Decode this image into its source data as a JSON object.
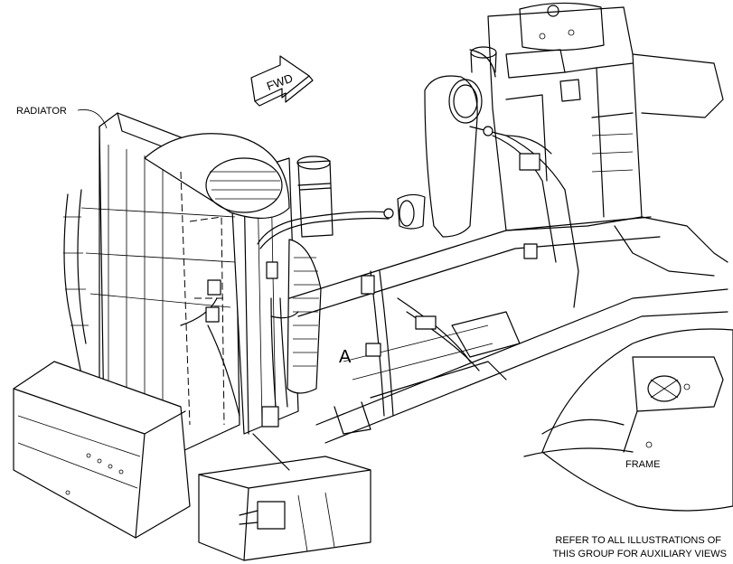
{
  "labels": {
    "radiator": "RADIATOR",
    "fwd": "FWD",
    "view_a": "A",
    "frame": "FRAME",
    "note_line1": "REFER TO ALL ILLUSTRATIONS OF",
    "note_line2": "THIS GROUP FOR AUXILIARY VIEWS"
  }
}
